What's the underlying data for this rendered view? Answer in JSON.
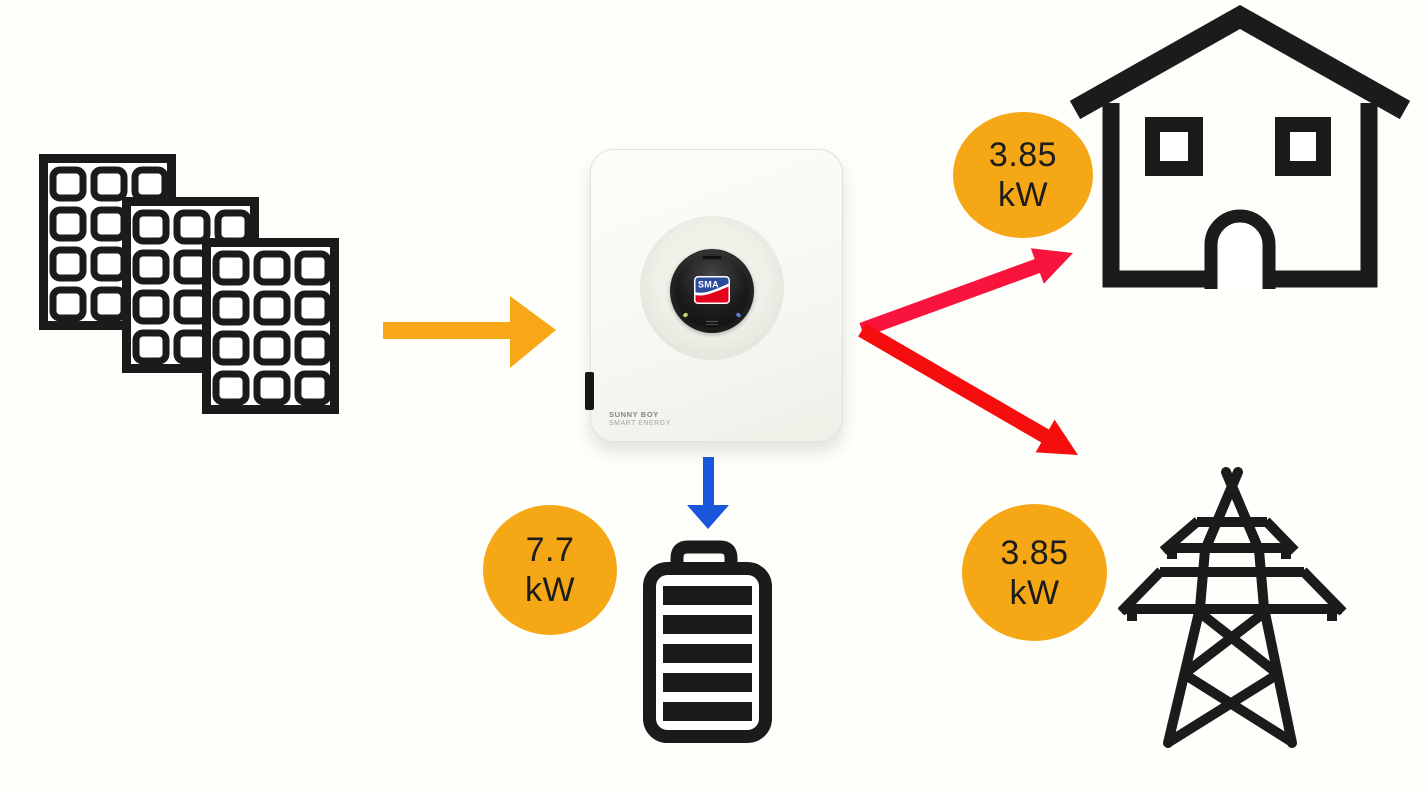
{
  "diagram": {
    "inverter": {
      "brand": "SMA",
      "model_line1": "SUNNY BOY",
      "model_line2": "SMART ENERGY"
    },
    "badges": {
      "home_power": {
        "value": "3.85",
        "unit": "kW"
      },
      "grid_power": {
        "value": "3.85",
        "unit": "kW"
      },
      "battery_power": {
        "value": "7.7",
        "unit": "kW"
      }
    }
  },
  "colors": {
    "background": "#FEFEFA",
    "accent_orange": "#F5A716",
    "arrow_orange": "#F8A716",
    "arrow_red_house": "#F8143C",
    "arrow_red_grid": "#F60D0D",
    "arrow_blue": "#1A56DB",
    "icon_black": "#1B1B1B",
    "badge_text": "#1C1C1C",
    "sma_blue": "#2B4C9C",
    "sma_red": "#E2001A"
  }
}
